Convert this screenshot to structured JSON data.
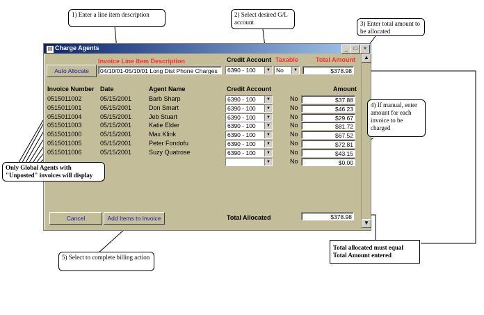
{
  "window": {
    "title": "Charge Agents"
  },
  "callouts": {
    "c1": "1) Enter a line item description",
    "c2": "2) Select desired G/L account",
    "c3": "3) Enter total amount to be allocated",
    "c4": "4) If manual, enter amount for each invoice to be charged",
    "c5": "5) Select to complete billing action",
    "global": "Only Global Agents with \"Unposted\" invoices will display",
    "total": "Total allocated must equal Total Amount entered"
  },
  "header": {
    "desc_label": "Invoice Line Item Description",
    "credit_label": "Credit Account",
    "taxable_label": "Taxable",
    "total_label": "Total Amount",
    "auto_allocate": "Auto Allocate",
    "desc_value": "04/10/01-05/10/01 Long Dist Phone Charges",
    "credit_value": "6390 - 100",
    "taxable_value": "No",
    "total_value": "$378.98"
  },
  "columns": {
    "invoice": "Invoice Number",
    "date": "Date",
    "agent": "Agent Name",
    "credit": "Credit Account",
    "amount": "Amount"
  },
  "rows": [
    {
      "invoice": "0515011002",
      "date": "05/15/2001",
      "agent": "Barb Sharp",
      "account": "6390 - 100",
      "taxable": "No",
      "amount": "$37.88"
    },
    {
      "invoice": "0515011001",
      "date": "05/15/2001",
      "agent": "Don Smart",
      "account": "6390 - 100",
      "taxable": "No",
      "amount": "$46.23"
    },
    {
      "invoice": "0515011004",
      "date": "05/15/2001",
      "agent": "Jeb Stuart",
      "account": "6390 - 100",
      "taxable": "No",
      "amount": "$29.67"
    },
    {
      "invoice": "0515011003",
      "date": "05/15/2001",
      "agent": "Katie Elder",
      "account": "6390 - 100",
      "taxable": "No",
      "amount": "$81.72"
    },
    {
      "invoice": "0515011000",
      "date": "05/15/2001",
      "agent": "Max Klink",
      "account": "6390 - 100",
      "taxable": "No",
      "amount": "$67.52"
    },
    {
      "invoice": "0515011005",
      "date": "05/15/2001",
      "agent": "Peter Fondofu",
      "account": "6390 - 100",
      "taxable": "No",
      "amount": "$72.81"
    },
    {
      "invoice": "0515011006",
      "date": "05/15/2001",
      "agent": "Suzy Quatrose",
      "account": "6390 - 100",
      "taxable": "No",
      "amount": "$43.15"
    },
    {
      "invoice": "",
      "date": "",
      "agent": "",
      "account": "",
      "taxable": "No",
      "amount": "$0.00"
    }
  ],
  "footer": {
    "cancel": "Cancel",
    "add_items": "Add Items to Invoice",
    "total_allocated_label": "Total Allocated",
    "total_allocated_value": "$378.98"
  }
}
